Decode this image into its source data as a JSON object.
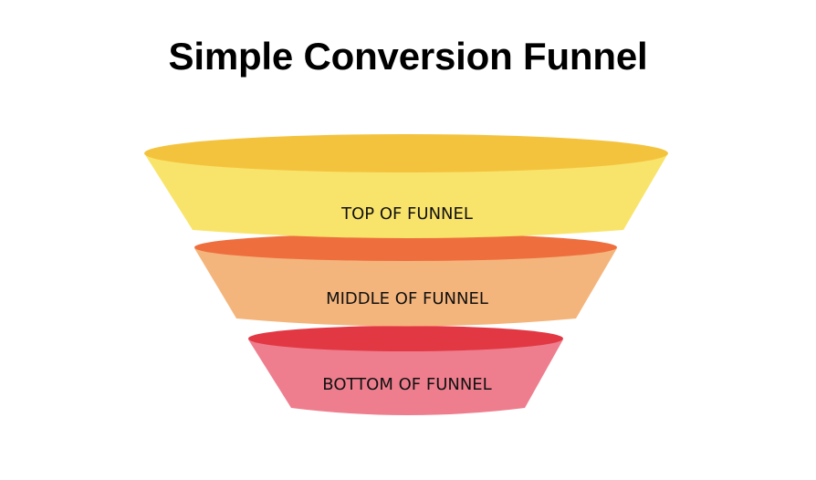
{
  "title": "Simple Conversion Funnel",
  "stages": [
    {
      "label": "TOP OF FUNNEL",
      "rim_color": "#F4C33E",
      "body_color": "#F9E46B"
    },
    {
      "label": "MIDDLE OF FUNNEL",
      "rim_color": "#EE6E3E",
      "body_color": "#F4B57C"
    },
    {
      "label": "BOTTOM OF FUNNEL",
      "rim_color": "#E23844",
      "body_color": "#EE7E8E"
    }
  ]
}
